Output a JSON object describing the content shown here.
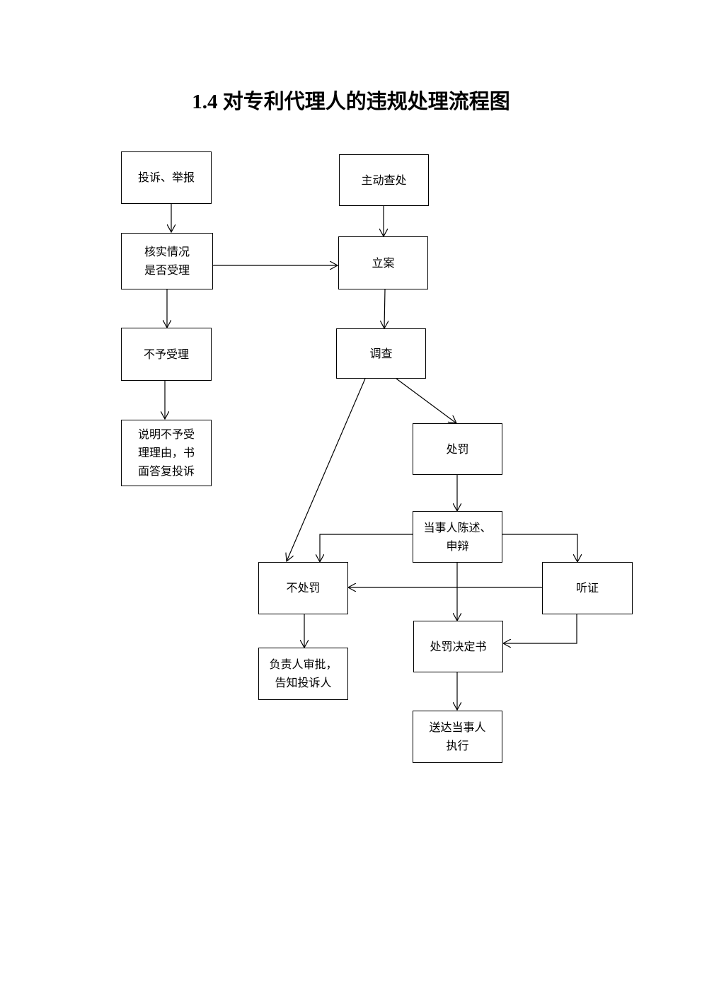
{
  "title": "1.4 对专利代理人的违规处理流程图",
  "nodes": {
    "complaint": "投诉、举报",
    "proactive": "主动查处",
    "verify": "核实情况\n是否受理",
    "file_case": "立案",
    "not_accept": "不予受理",
    "investigate": "调查",
    "explain": "说明不予受\n理理由，书\n面答复投诉",
    "penalty": "处罚",
    "statement": "当事人陈述、\n申辩",
    "no_penalty": "不处罚",
    "hearing": "听证",
    "decision": "处罚决定书",
    "approve": "负责人审批，\n告知投诉人",
    "deliver": "送达当事人\n执行"
  }
}
